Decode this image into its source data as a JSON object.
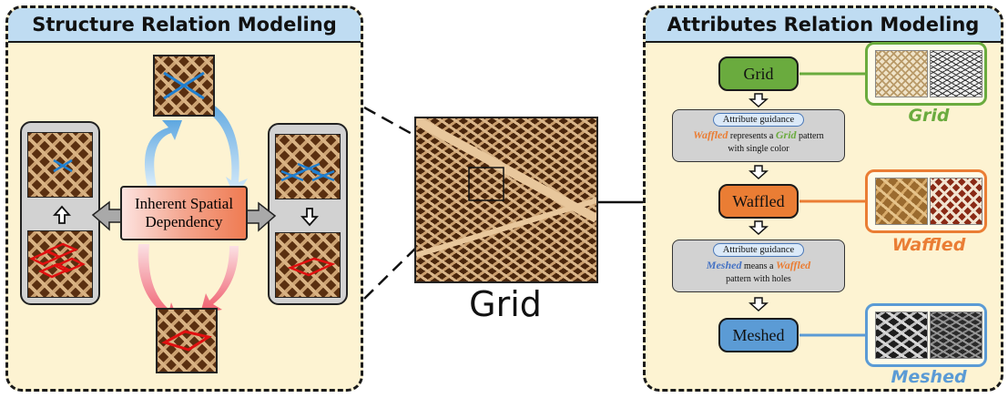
{
  "left_panel": {
    "title": "Structure Relation Modeling",
    "center_label": "Inherent Spatial Dependency"
  },
  "center": {
    "caption": "Grid"
  },
  "right_panel": {
    "title": "Attributes Relation Modeling",
    "nodes": [
      {
        "label": "Grid",
        "color": "#6aab3e"
      },
      {
        "label": "Waffled",
        "color": "#ea7d34"
      },
      {
        "label": "Meshed",
        "color": "#5b9bd5"
      }
    ],
    "guidance": [
      {
        "tag": "Attribute guidance",
        "kw1": "Waffled",
        "mid": "represents a",
        "kw2": "Grid",
        "end": "pattern",
        "line2": "with single color"
      },
      {
        "tag": "Attribute guidance",
        "kw1": "Meshed",
        "mid": "means a",
        "kw2": "Waffled",
        "end": "",
        "line2": "pattern with holes"
      }
    ],
    "image_labels": [
      "Grid",
      "Waffled",
      "Meshed"
    ]
  },
  "colors": {
    "grid_green": "#6aab3e",
    "waffled_orange": "#ea7d34",
    "meshed_blue": "#5b9bd5",
    "header_blue": "#bfdcf2",
    "panel_cream": "#fdf3d2"
  }
}
